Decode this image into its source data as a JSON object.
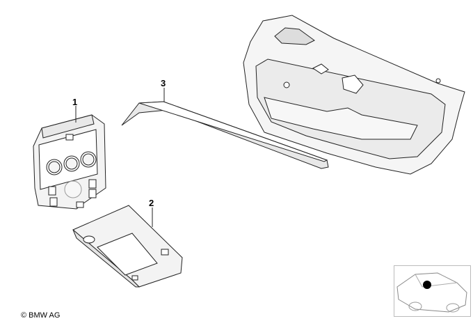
{
  "callouts": {
    "part1": "1",
    "part2": "2",
    "part3": "3"
  },
  "copyright": "© BMW AG",
  "colors": {
    "line": "#222222",
    "shade": "#e8e8e8",
    "marker": "#000000"
  }
}
